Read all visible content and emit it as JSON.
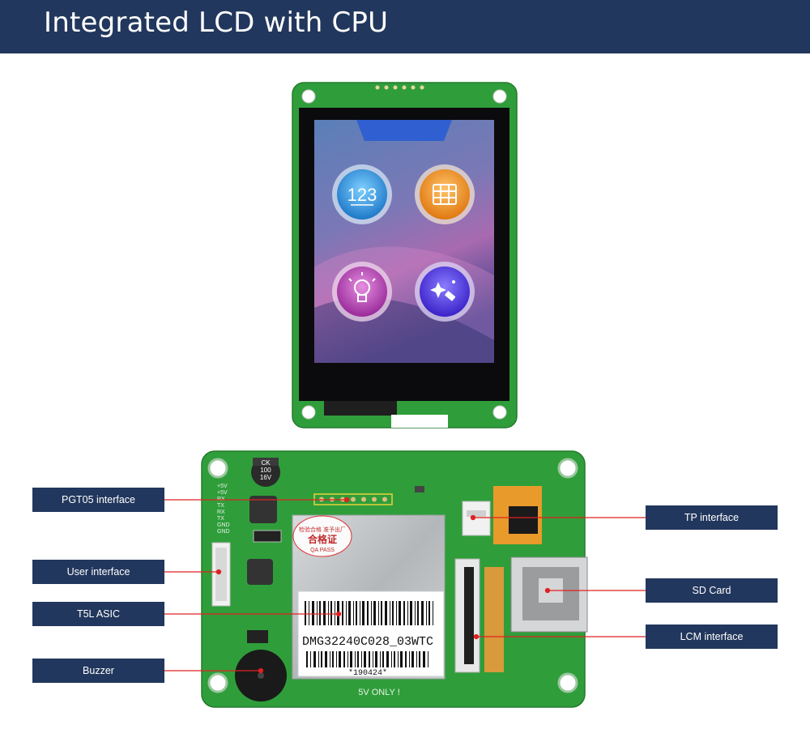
{
  "header": {
    "title": "Integrated LCD with CPU"
  },
  "screen": {
    "icon_number": "123"
  },
  "board": {
    "capacitor": [
      "CK",
      "100",
      "16V"
    ],
    "qa_line1": "检验合格  准予出厂",
    "qa_line2": "合格证",
    "qa_line3": "QA PASS",
    "model": "DMG32240C028_03WTC",
    "serial": "*190424*",
    "voltage": "5V ONLY !",
    "pins": [
      "+5V",
      "+5V",
      "RX",
      "TX",
      "RX",
      "TX",
      "GND",
      "GND"
    ]
  },
  "labels": {
    "pgt05": "PGT05 interface",
    "user": "User interface",
    "t5l": "T5L ASIC",
    "buzzer": "Buzzer",
    "tp": "TP interface",
    "sd": "SD Card",
    "lcm": "LCM interface"
  },
  "colors": {
    "header": "#22375d",
    "pcb": "#2f9e3a",
    "leader": "#e02020"
  }
}
